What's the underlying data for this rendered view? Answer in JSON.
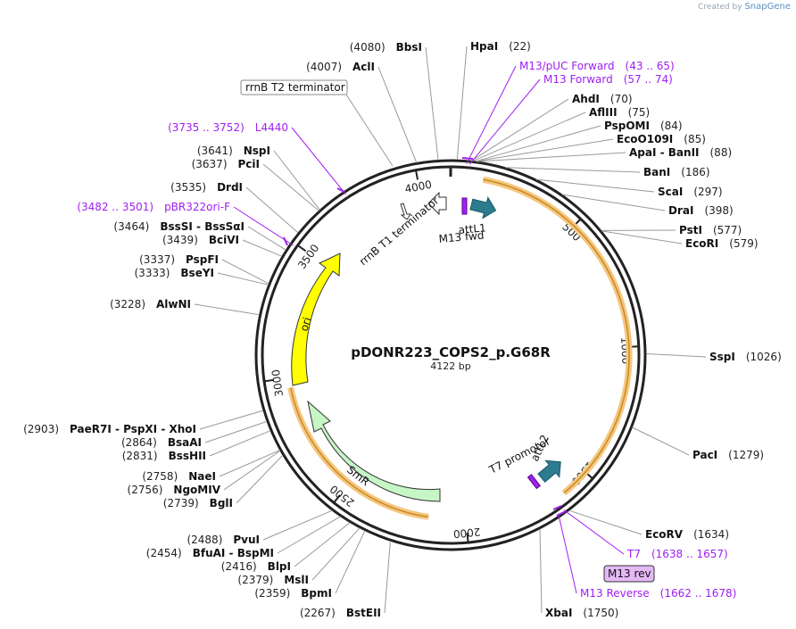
{
  "credit": {
    "prefix": "Created by",
    "brand": "SnapGene"
  },
  "plasmid": {
    "name": "pDONR223_COPS2_p.G68R",
    "size_label": "4122 bp",
    "length": 4122
  },
  "ticks": [
    {
      "label": "500",
      "bp": 500
    },
    {
      "label": "1000",
      "bp": 1000
    },
    {
      "label": "1500",
      "bp": 1500
    },
    {
      "label": "2000",
      "bp": 2000
    },
    {
      "label": "2500",
      "bp": 2500
    },
    {
      "label": "3000",
      "bp": 3000
    },
    {
      "label": "3500",
      "bp": 3500
    },
    {
      "label": "4000",
      "bp": 4000
    }
  ],
  "sites": [
    {
      "name": "HpaI",
      "pos": "(22)",
      "side": "right",
      "bp": 22
    },
    {
      "name": "AhdI",
      "pos": "(70)",
      "side": "right",
      "bp": 70
    },
    {
      "name": "AflIII",
      "pos": "(75)",
      "side": "right",
      "bp": 75
    },
    {
      "name": "PspOMI",
      "pos": "(84)",
      "side": "right",
      "bp": 84
    },
    {
      "name": "EcoO109I",
      "pos": "(85)",
      "side": "right",
      "bp": 85
    },
    {
      "name": "ApaI - BanII",
      "pos": "(88)",
      "side": "right",
      "bp": 88
    },
    {
      "name": "BanI",
      "pos": "(186)",
      "side": "right",
      "bp": 186
    },
    {
      "name": "ScaI",
      "pos": "(297)",
      "side": "right",
      "bp": 297
    },
    {
      "name": "DraI",
      "pos": "(398)",
      "side": "right",
      "bp": 398
    },
    {
      "name": "PstI",
      "pos": "(577)",
      "side": "right",
      "bp": 577
    },
    {
      "name": "EcoRI",
      "pos": "(579)",
      "side": "right",
      "bp": 579
    },
    {
      "name": "SspI",
      "pos": "(1026)",
      "side": "right",
      "bp": 1026
    },
    {
      "name": "PacI",
      "pos": "(1279)",
      "side": "right",
      "bp": 1279
    },
    {
      "name": "EcoRV",
      "pos": "(1634)",
      "side": "right",
      "bp": 1634
    },
    {
      "name": "XbaI",
      "pos": "(1750)",
      "side": "right",
      "bp": 1750
    },
    {
      "name": "BstEII",
      "pos": "(2267)",
      "side": "left",
      "bp": 2267
    },
    {
      "name": "BpmI",
      "pos": "(2359)",
      "side": "left",
      "bp": 2359
    },
    {
      "name": "MslI",
      "pos": "(2379)",
      "side": "left",
      "bp": 2379
    },
    {
      "name": "BlpI",
      "pos": "(2416)",
      "side": "left",
      "bp": 2416
    },
    {
      "name": "BfuAI - BspMI",
      "pos": "(2454)",
      "side": "left",
      "bp": 2454
    },
    {
      "name": "PvuI",
      "pos": "(2488)",
      "side": "left",
      "bp": 2488
    },
    {
      "name": "BglI",
      "pos": "(2739)",
      "side": "left",
      "bp": 2739
    },
    {
      "name": "NgoMIV",
      "pos": "(2756)",
      "side": "left",
      "bp": 2756
    },
    {
      "name": "NaeI",
      "pos": "(2758)",
      "side": "left",
      "bp": 2758
    },
    {
      "name": "BssHII",
      "pos": "(2831)",
      "side": "left",
      "bp": 2831
    },
    {
      "name": "BsaAI",
      "pos": "(2864)",
      "side": "left",
      "bp": 2864
    },
    {
      "name": "PaeR7I - PspXI - XhoI",
      "pos": "(2903)",
      "side": "left",
      "bp": 2903
    },
    {
      "name": "AlwNI",
      "pos": "(3228)",
      "side": "left",
      "bp": 3228
    },
    {
      "name": "BseYI",
      "pos": "(3333)",
      "side": "left",
      "bp": 3333
    },
    {
      "name": "PspFI",
      "pos": "(3337)",
      "side": "left",
      "bp": 3337
    },
    {
      "name": "BciVI",
      "pos": "(3439)",
      "side": "left",
      "bp": 3439
    },
    {
      "name": "BssSI - BssSαI",
      "pos": "(3464)",
      "side": "left",
      "bp": 3464
    },
    {
      "name": "DrdI",
      "pos": "(3535)",
      "side": "left",
      "bp": 3535
    },
    {
      "name": "PciI",
      "pos": "(3637)",
      "side": "left",
      "bp": 3637
    },
    {
      "name": "NspI",
      "pos": "(3641)",
      "side": "left",
      "bp": 3641
    },
    {
      "name": "AclI",
      "pos": "(4007)",
      "side": "left",
      "bp": 4007
    },
    {
      "name": "BbsI",
      "pos": "(4080)",
      "side": "left",
      "bp": 4080
    }
  ],
  "primers": [
    {
      "name": "M13/pUC Forward",
      "range": "(43 .. 65)",
      "side": "right",
      "bp": 54
    },
    {
      "name": "M13 Forward",
      "range": "(57 .. 74)",
      "side": "right",
      "bp": 65
    },
    {
      "name": "T7",
      "range": "(1638 .. 1657)",
      "side": "right",
      "bp": 1647
    },
    {
      "name": "M13 Reverse",
      "range": "(1662 .. 1678)",
      "side": "right",
      "bp": 1670
    },
    {
      "name": "L4440",
      "range": "(3735 .. 3752)",
      "side": "left",
      "bp": 3743
    },
    {
      "name": "pBR322ori-F",
      "range": "(3482 .. 3501)",
      "side": "left",
      "bp": 3491
    }
  ],
  "boxed_labels": [
    {
      "name": "rrnB T2 terminator"
    },
    {
      "name": "M13 rev"
    }
  ],
  "features": {
    "rrnB_T1": "rrnB T1 terminator",
    "M13_fwd": "M13 fwd",
    "attL1": "attL1",
    "T7_promoter": "T7 promoter",
    "attL2": "attL2",
    "ori": "ori",
    "SmR": "SmR"
  },
  "colors": {
    "backbone": "#222222",
    "insert_highlight": "#f5c77e",
    "insert_line": "#c98a2a",
    "ori": "#ffff00",
    "smr": "#c6f5c6",
    "att": "#2c7b8e",
    "primer": "#a020f0",
    "m13rev_fill": "#e5b8f5"
  }
}
